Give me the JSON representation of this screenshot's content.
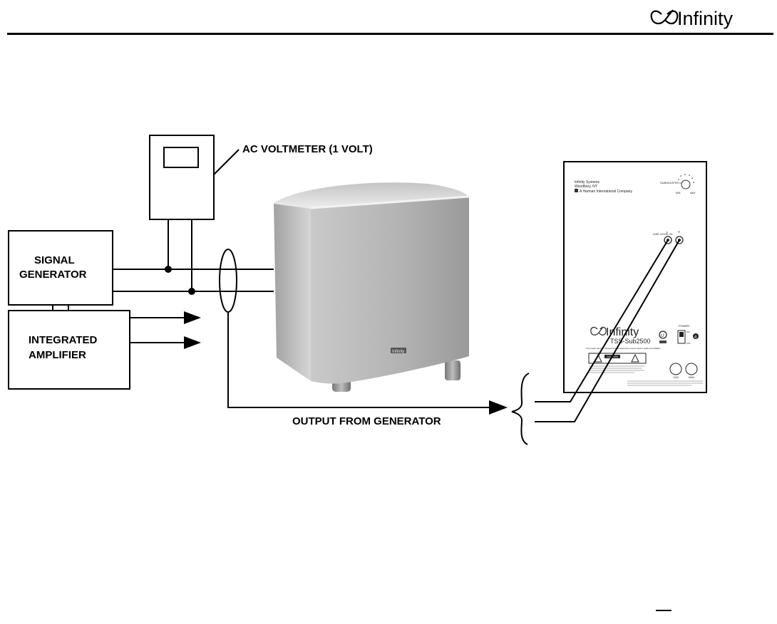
{
  "header": {
    "brand_logo": "Infinity"
  },
  "diagram": {
    "voltmeter_label": "AC VOLTMETER (1 VOLT)",
    "signal_generator": [
      "SIGNAL",
      "GENERATOR"
    ],
    "integrated_amplifier": [
      "INTEGRATED",
      "AMPLIFIER"
    ],
    "output_label": "OUTPUT FROM GENERATOR"
  },
  "subwoofer_front": {
    "badge": "Infinity"
  },
  "rear_panel": {
    "company_line1": "Infinity Systems",
    "company_line2": "Woodbury, NY",
    "company_line3": "A Harman International Company",
    "level_label": "SUBWOOFER LEVEL",
    "level_min": "MIN",
    "level_max": "MAX",
    "line_level_in": "LINE LEVEL IN",
    "input_left": "L",
    "input_right": "R",
    "logo": "Infinity",
    "model": "TSS-Sub2500",
    "model_note": "This product has been designed and manufactured to ensure superior quality and reliability.",
    "power_label": "POWER",
    "power_on": "ON",
    "power_off": "OFF",
    "caution_title": "CAUTION",
    "voltage": "120V",
    "freq": "60Hz",
    "numeral": "4"
  },
  "colors": {
    "line": "#000000",
    "cabinet_light": "#e4e4e4",
    "cabinet_mid": "#b8b8b8",
    "cabinet_dark": "#8a8a8a"
  }
}
